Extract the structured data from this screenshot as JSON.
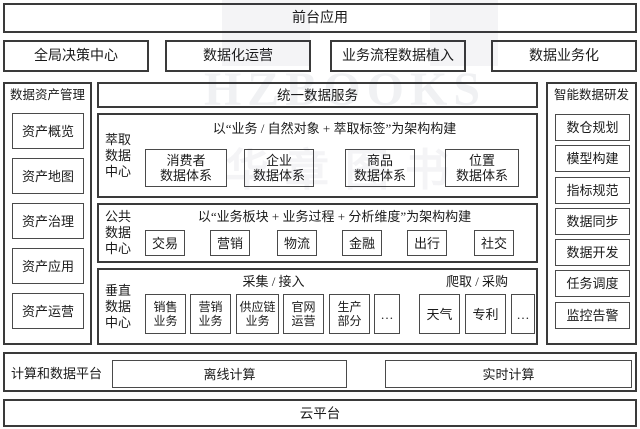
{
  "top": {
    "title": "前台应用"
  },
  "app_row": [
    "全局决策中心",
    "数据化运营",
    "业务流程数据植入",
    "数据业务化"
  ],
  "left_panel": {
    "title": "数据资产管理",
    "items": [
      "资产概览",
      "资产地图",
      "资产治理",
      "资产应用",
      "资产运营"
    ]
  },
  "right_panel": {
    "title": "智能数据研发",
    "items": [
      "数仓规划",
      "模型构建",
      "指标规范",
      "数据同步",
      "数据开发",
      "任务调度",
      "监控告警"
    ]
  },
  "center": {
    "header": "统一数据服务",
    "sections": [
      {
        "label_lines": [
          "萃取",
          "数据",
          "中心"
        ],
        "caption": "以“业务 / 自然对象 + 萃取标签”为架构构建",
        "boxes": [
          {
            "line1": "消费者",
            "line2": "数据体系"
          },
          {
            "line1": "企业",
            "line2": "数据体系"
          },
          {
            "line1": "商品",
            "line2": "数据体系"
          },
          {
            "line1": "位置",
            "line2": "数据体系"
          }
        ]
      },
      {
        "label_lines": [
          "公共",
          "数据",
          "中心"
        ],
        "caption": "以“业务板块 + 业务过程 + 分析维度”为架构构建",
        "boxes": [
          "交易",
          "营销",
          "物流",
          "金融",
          "出行",
          "社交"
        ]
      },
      {
        "label_lines": [
          "垂直",
          "数据",
          "中心"
        ],
        "groups": [
          {
            "caption": "采集 / 接入",
            "boxes": [
              {
                "line1": "销售",
                "line2": "业务"
              },
              {
                "line1": "营销",
                "line2": "业务"
              },
              {
                "line1": "供应链",
                "line2": "业务"
              },
              {
                "line1": "官网",
                "line2": "运营"
              },
              {
                "line1": "生产",
                "line2": "部分"
              },
              "…"
            ]
          },
          {
            "caption": "爬取 / 采购",
            "boxes": [
              "天气",
              "专利",
              "…"
            ]
          }
        ]
      }
    ]
  },
  "compute_row": {
    "label": "计算和数据平台",
    "boxes": [
      "离线计算",
      "实时计算"
    ]
  },
  "cloud_row": {
    "label": "云平台"
  },
  "watermark": {
    "brand": "HZBOOKS",
    "brand_cn": "华章图书"
  },
  "colors": {
    "border": "#4a4a4a",
    "outer_border": "#3a3a3a",
    "text": "#1a1a1a",
    "background": "#ffffff"
  }
}
